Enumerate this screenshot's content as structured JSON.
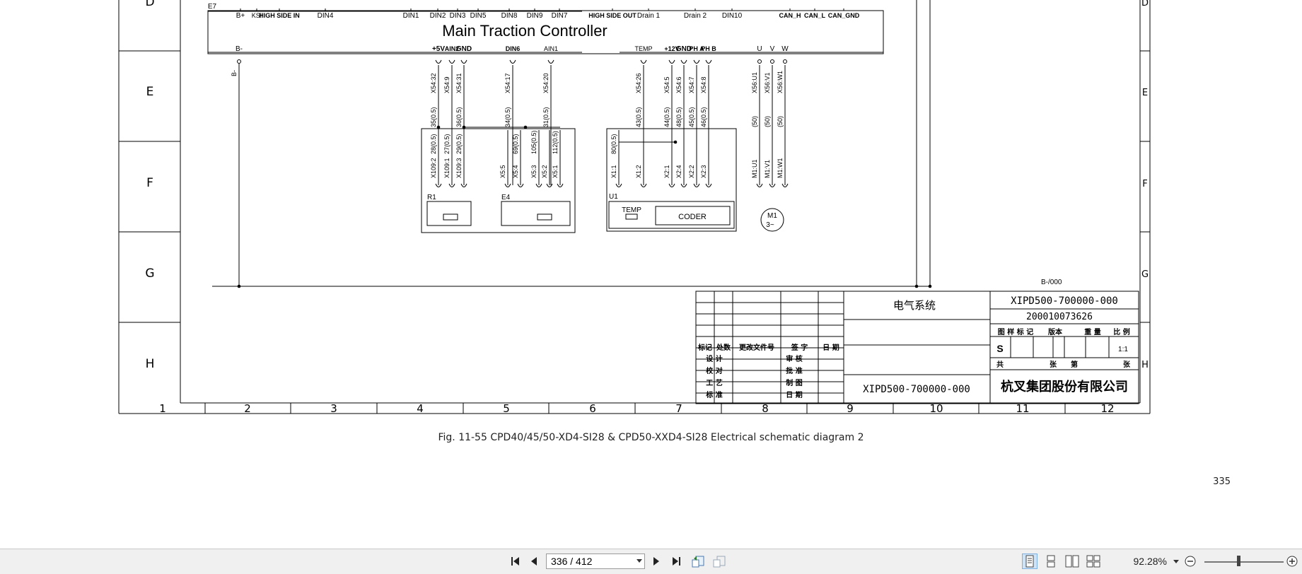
{
  "drawing": {
    "row_labels": [
      "D",
      "E",
      "F",
      "G",
      "H"
    ],
    "col_labels": [
      "1",
      "2",
      "3",
      "4",
      "5",
      "6",
      "7",
      "8",
      "9",
      "10",
      "11",
      "12"
    ],
    "controller_title": "Main Traction Controller",
    "top_pins": [
      "E7",
      "B+",
      "KSI",
      "HIGH SIDE IN",
      "DIN4",
      "DIN1",
      "DIN2",
      "DIN3",
      "DIN5",
      "DIN8",
      "DIN9",
      "DIN7",
      "HIGH SIDE OUT",
      "Drain 1",
      "Drain 2",
      "DIN10",
      "CAN_H",
      "CAN_L",
      "CAN_GND"
    ],
    "bottom_pins": [
      "B-",
      "+5V",
      "AIN2",
      "GND",
      "DIN6",
      "AIN1",
      "TEMP",
      "+12V",
      "GND",
      "PH A",
      "PH B",
      "U",
      "V",
      "W"
    ],
    "wire_connectors_upper": [
      "B-",
      "X54:32",
      "X54:9",
      "X54:31",
      "X54:17",
      "X54:20",
      "X54:26",
      "X54:5",
      "X54:6",
      "X54:7",
      "X54:8",
      "X56:U1",
      "X56:V1",
      "X56:W1"
    ],
    "wire_ids_upper": [
      "35(0.5)",
      "36(0.5)",
      "34(0.5)",
      "31(0.5)",
      "43(0.5)",
      "44(0.5)",
      "48(0.5)",
      "45(0.5)",
      "46(0.5)",
      "(50)",
      "(50)",
      "(50)"
    ],
    "wire_ids_lower": [
      "28(0.5)",
      "27(0.5)",
      "29(0.5)",
      "69(0.5)",
      "105(0.5)",
      "112(0.5)",
      "80(0.5)"
    ],
    "wire_connectors_lower": [
      "X109:2",
      "X109:1",
      "X109:3",
      "X5:5",
      "X5:4",
      "X5:3",
      "X5:2",
      "X5:1",
      "X1:1",
      "X1:2",
      "X2:1",
      "X2:4",
      "X2:2",
      "X2:3",
      "M1:U1",
      "M1:V1",
      "M1:W1"
    ],
    "components": [
      "R1",
      "E4",
      "U1",
      "TEMP",
      "CODER",
      "M1",
      "3~"
    ],
    "bus_label": "B-/000"
  },
  "title_block": {
    "system_name": "电气系统",
    "drawing_number_top": "XIPD500-700000-000",
    "doc_code": "200010073626",
    "drawing_number_bottom": "XIPD500-700000-000",
    "company": "杭叉集团股份有限公司",
    "header_labels": [
      "图 样 标 记",
      "版本",
      "重 量",
      "比 例"
    ],
    "mark_value": "S",
    "scale_value": "1:1",
    "sheet_labels": [
      "共",
      "张",
      "第",
      "张"
    ],
    "revision_headers": [
      "标记",
      "处数",
      "更改文件号",
      "签 字",
      "日 期"
    ],
    "sign_rows_left": [
      "设 计",
      "校 对",
      "工 艺",
      "标 准"
    ],
    "sign_rows_right": [
      "审 核",
      "批 准",
      "制 图",
      "日 期"
    ]
  },
  "caption": "Fig. 11-55 CPD40/45/50-XD4-SI28 & CPD50-XXD4-SI28 Electrical schematic diagram 2",
  "page_label": "335",
  "statusbar": {
    "page_indicator": "336 / 412",
    "zoom": "92.28%"
  }
}
